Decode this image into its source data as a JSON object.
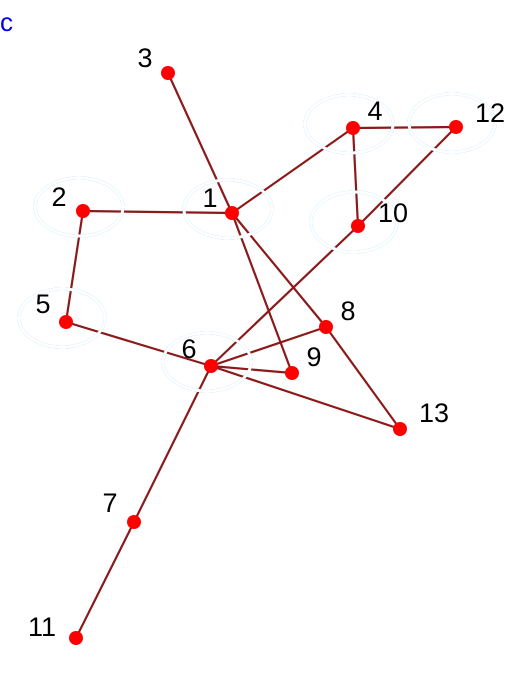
{
  "corner_label": "c",
  "colors": {
    "edge": "#8b1a1a",
    "node": "#ff0000",
    "ring_outer": "#1ea0e0",
    "ring_inner": "#ffffff",
    "label": "#000000",
    "corner_label": "#0000ee"
  },
  "nodes": [
    {
      "id": "1",
      "label": "1",
      "highlighted": true
    },
    {
      "id": "2",
      "label": "2",
      "highlighted": true
    },
    {
      "id": "3",
      "label": "3",
      "highlighted": false
    },
    {
      "id": "4",
      "label": "4",
      "highlighted": true
    },
    {
      "id": "5",
      "label": "5",
      "highlighted": true
    },
    {
      "id": "6",
      "label": "6",
      "highlighted": true
    },
    {
      "id": "7",
      "label": "7",
      "highlighted": false
    },
    {
      "id": "8",
      "label": "8",
      "highlighted": false
    },
    {
      "id": "9",
      "label": "9",
      "highlighted": false
    },
    {
      "id": "10",
      "label": "10",
      "highlighted": true
    },
    {
      "id": "11",
      "label": "11",
      "highlighted": false
    },
    {
      "id": "12",
      "label": "12",
      "highlighted": true
    },
    {
      "id": "13",
      "label": "13",
      "highlighted": false
    }
  ],
  "edges": [
    [
      "1",
      "3"
    ],
    [
      "1",
      "2"
    ],
    [
      "1",
      "4"
    ],
    [
      "1",
      "8"
    ],
    [
      "1",
      "9"
    ],
    [
      "4",
      "12"
    ],
    [
      "4",
      "10"
    ],
    [
      "12",
      "10"
    ],
    [
      "10",
      "6"
    ],
    [
      "2",
      "5"
    ],
    [
      "5",
      "6"
    ],
    [
      "6",
      "8"
    ],
    [
      "6",
      "9"
    ],
    [
      "6",
      "7"
    ],
    [
      "7",
      "11"
    ],
    [
      "6",
      "13"
    ],
    [
      "8",
      "13"
    ]
  ]
}
